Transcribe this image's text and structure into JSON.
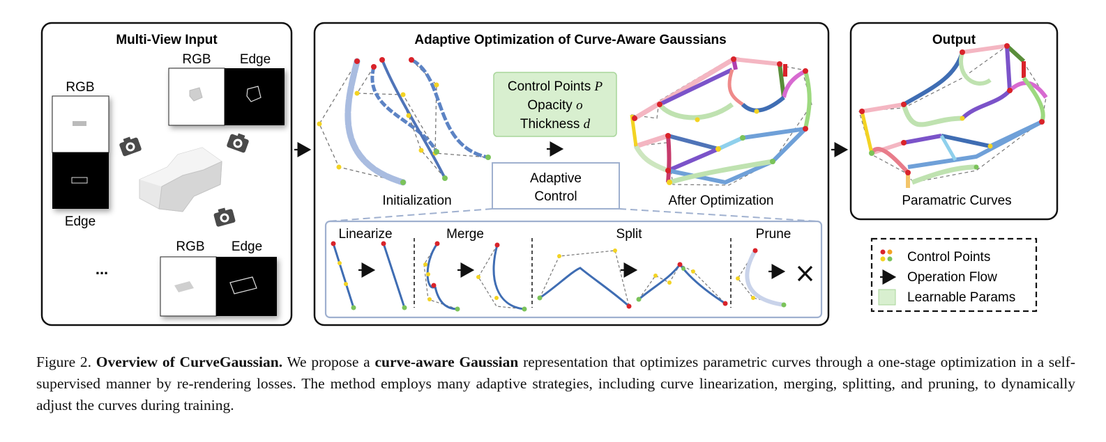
{
  "panels": {
    "input": {
      "title": "Multi-View Input",
      "rgb": "RGB",
      "edge": "Edge",
      "ellipsis": "..."
    },
    "optimization": {
      "title": "Adaptive Optimization of Curve-Aware Gaussians",
      "params": {
        "line1": "Control Points",
        "line1_sym": "P",
        "line2": "Opacity",
        "line2_sym": "o",
        "line3": "Thickness",
        "line3_sym": "d"
      },
      "adaptive_control": {
        "line1": "Adaptive",
        "line2": "Control"
      },
      "initialization": "Initialization",
      "after": "After Optimization",
      "ops": {
        "linearize": "Linearize",
        "merge": "Merge",
        "split": "Split",
        "prune": "Prune"
      }
    },
    "output": {
      "title": "Output",
      "label": "Paramatric Curves"
    }
  },
  "legend": {
    "control_points": "Control Points",
    "operation_flow": "Operation Flow",
    "learnable_params": "Learnable Params"
  },
  "caption": {
    "prefix": "Figure 2.",
    "bold1": "Overview of CurveGaussian.",
    "text1": " We propose a ",
    "bold2": "curve-aware Gaussian",
    "text2": " representation that optimizes parametric curves through a one-stage optimization in a self-supervised manner by re-rendering losses. The method employs many adaptive strategies, including curve linearization, merging, splitting, and pruning, to dynamically adjust the curves during training."
  },
  "colors": {
    "curve_blue": "#3f6db3",
    "param_green": "#d8efcf",
    "pt_red": "#d9232a",
    "pt_yellow": "#f3d323",
    "pt_green": "#7bc35a",
    "box_border": "#9fb0cf"
  }
}
